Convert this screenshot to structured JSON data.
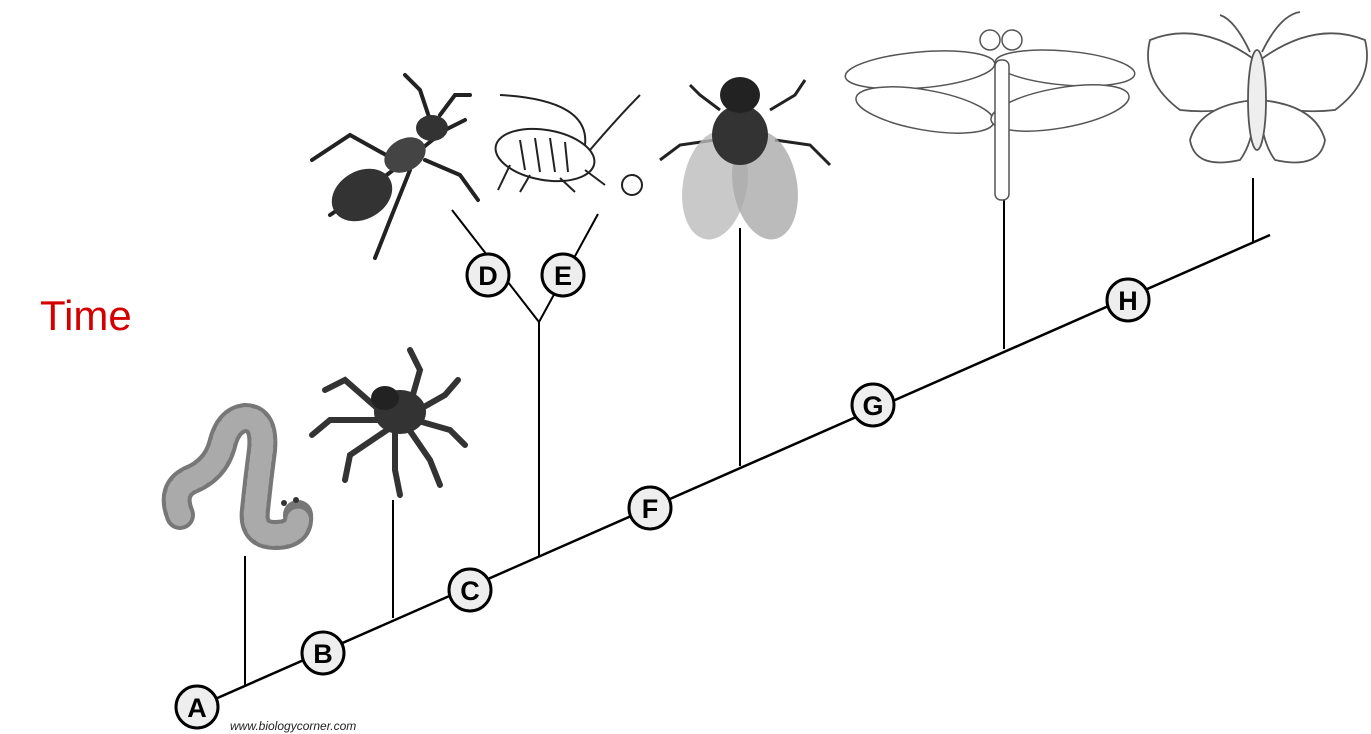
{
  "axis_label": "Time",
  "credit": "www.biologycorner.com",
  "accent_color": "#d40000",
  "nodes": [
    "A",
    "B",
    "C",
    "D",
    "E",
    "F",
    "G",
    "H"
  ],
  "organisms": [
    "caterpillar",
    "spider",
    "ant",
    "aphid",
    "housefly",
    "dragonfly",
    "butterfly"
  ]
}
